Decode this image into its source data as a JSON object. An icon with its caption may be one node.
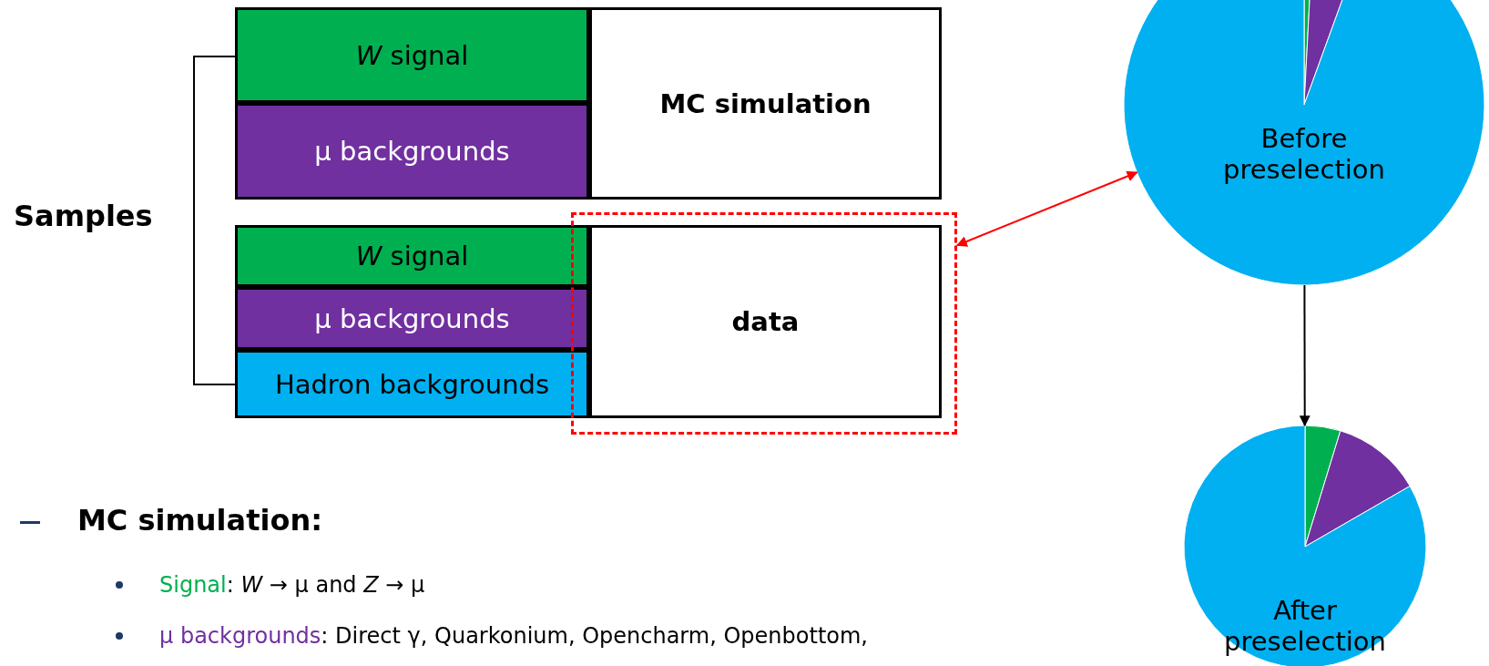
{
  "diagram": {
    "nodes": [
      {
        "text": [
          "*W* signal"
        ]
      },
      {
        "text": [
          "μ backgrounds"
        ]
      },
      {
        "text": [
          "MC simulation"
        ]
      },
      {
        "text": [
          "*W* signal"
        ]
      },
      {
        "text": [
          "μ backgrounds"
        ]
      },
      {
        "text": [
          "Hadron backgrounds"
        ]
      },
      {
        "text": [],
        "shape": "box"
      },
      {
        "text": [
          "data"
        ],
        "in": 6
      },
      {
        "text": [
          "Before preselection"
        ]
      },
      {
        "text": [
          "After preselection"
        ]
      }
    ],
    "edges": [
      {
        "from": 6,
        "to": 8,
        "arrow": "both",
        "color": "#ff0000"
      },
      {
        "from": 8,
        "to": 9,
        "arrow": "to",
        "color": "#000000"
      }
    ],
    "labels": [
      "Samples",
      "MC simulation:",
      "Signal: *W* → μ and *Z* → μ",
      "μ backgrounds: Direct γ, Quarkonium, Opencharm, Openbottom,"
    ]
  }
}
